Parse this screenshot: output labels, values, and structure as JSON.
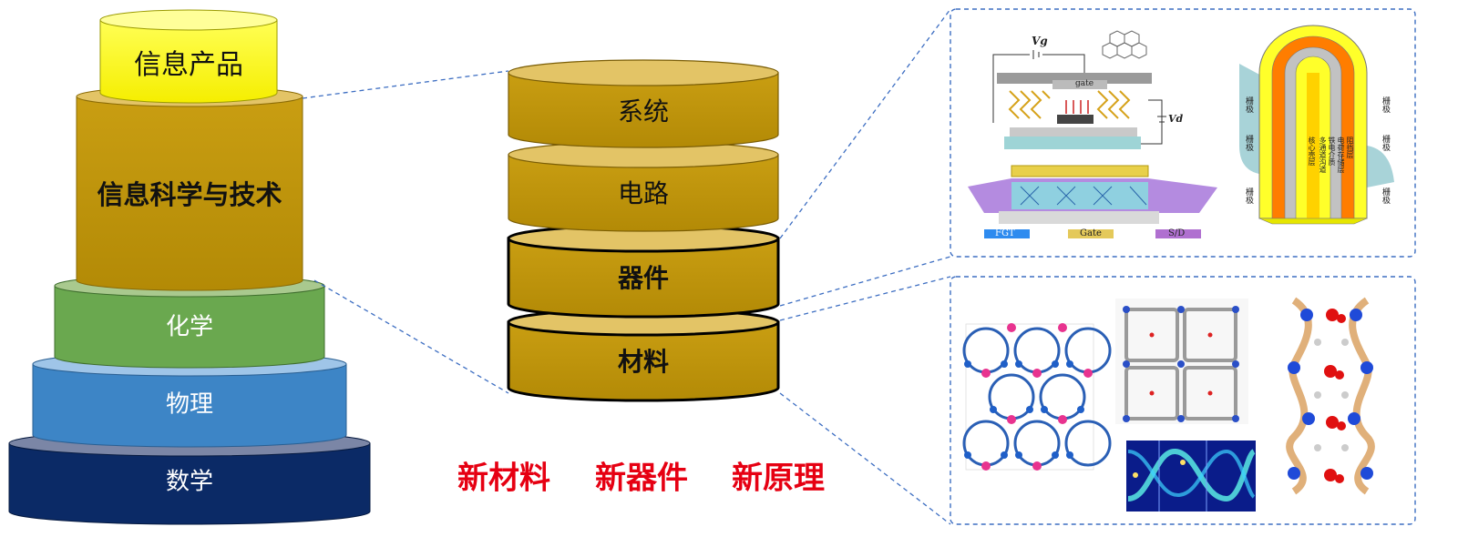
{
  "left_stack": {
    "info_products": "信息产品",
    "info_science": "信息科学与技术",
    "chemistry": "化学",
    "physics": "物理",
    "math": "数学"
  },
  "middle_stack": {
    "system": "系统",
    "circuit": "电路",
    "device": "器件",
    "material": "材料"
  },
  "slogans": [
    "新材料",
    "新器件",
    "新原理"
  ],
  "device_panel": {
    "vg": "Vg",
    "vd": "Vd",
    "gate": "gate",
    "fgt": "FGT",
    "gate2": "Gate",
    "sd": "S/D",
    "electrode": "栅极",
    "layers": [
      "核心壳层",
      "多通道沟道",
      "铁电介质",
      "电荷存储层",
      "阻挡层"
    ]
  },
  "colors": {
    "gold": "#C59A0B",
    "gold_top": "#E3C466",
    "yellow": "#FFFF00",
    "green": "#6AA84F",
    "blue": "#3D85C6",
    "navy": "#0B2A66",
    "red": "#E60012",
    "dashed": "#3D6EC2"
  }
}
